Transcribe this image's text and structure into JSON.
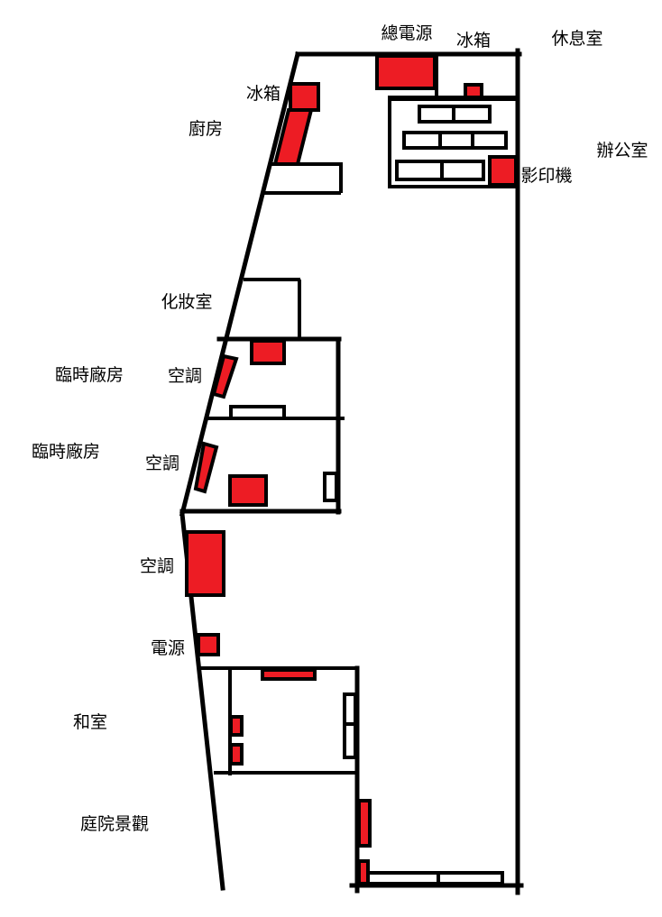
{
  "colors": {
    "equipment": "#ed1c24",
    "walls": "#000000",
    "background": "#ffffff"
  },
  "labels": {
    "main_power": "總電源",
    "fridge_top": "冰箱",
    "break_room": "休息室",
    "fridge_kitchen": "冰箱",
    "kitchen": "廚房",
    "office": "辦公室",
    "copier": "影印機",
    "restroom": "化妝室",
    "temp_plant_1": "臨時廠房",
    "ac_1": "空調",
    "temp_plant_2": "臨時廠房",
    "ac_2": "空調",
    "ac_3": "空調",
    "power": "電源",
    "japanese_room": "和室",
    "garden": "庭院景觀"
  }
}
